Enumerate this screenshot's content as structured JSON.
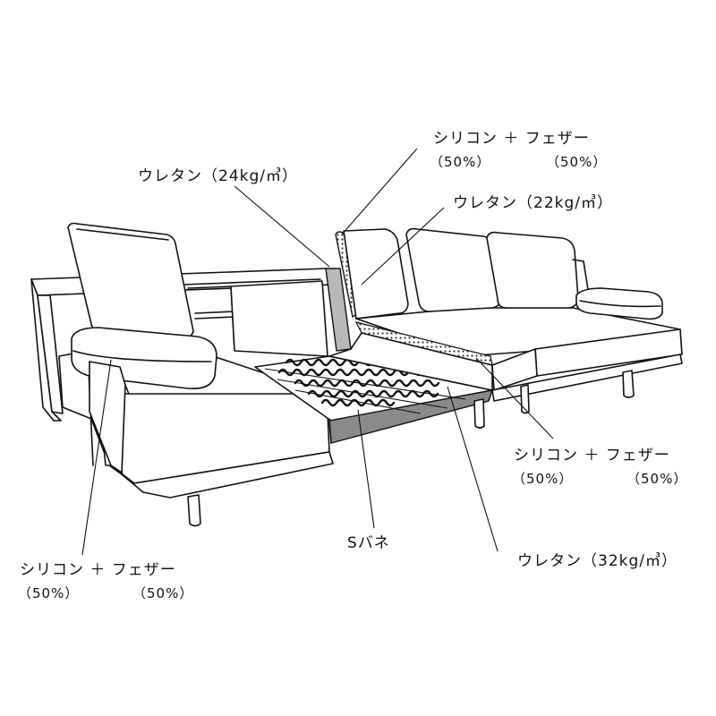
{
  "colors": {
    "line": "#111111",
    "background": "#ffffff",
    "foam_gray": "#b8b8b8",
    "base_gray": "#8a8a8a",
    "dot_fill": "#d0d0d0"
  },
  "labels": {
    "top_right_fill": {
      "main": "シリコン ＋ フェザー",
      "left_pct": "（50%）",
      "right_pct": "（50%）"
    },
    "urethane_24": {
      "text": "ウレタン（24kg/㎥）"
    },
    "urethane_22": {
      "text": "ウレタン（22kg/㎥）"
    },
    "right_fill": {
      "main": "シリコン ＋ フェザー",
      "left_pct": "（50%）",
      "right_pct": "（50%）"
    },
    "s_spring": {
      "text": "Sバネ"
    },
    "urethane_32": {
      "text": "ウレタン（32kg/㎥）"
    },
    "left_fill": {
      "main": "シリコン ＋ フェザー",
      "left_pct": "（50%）",
      "right_pct": "（50%）"
    }
  }
}
